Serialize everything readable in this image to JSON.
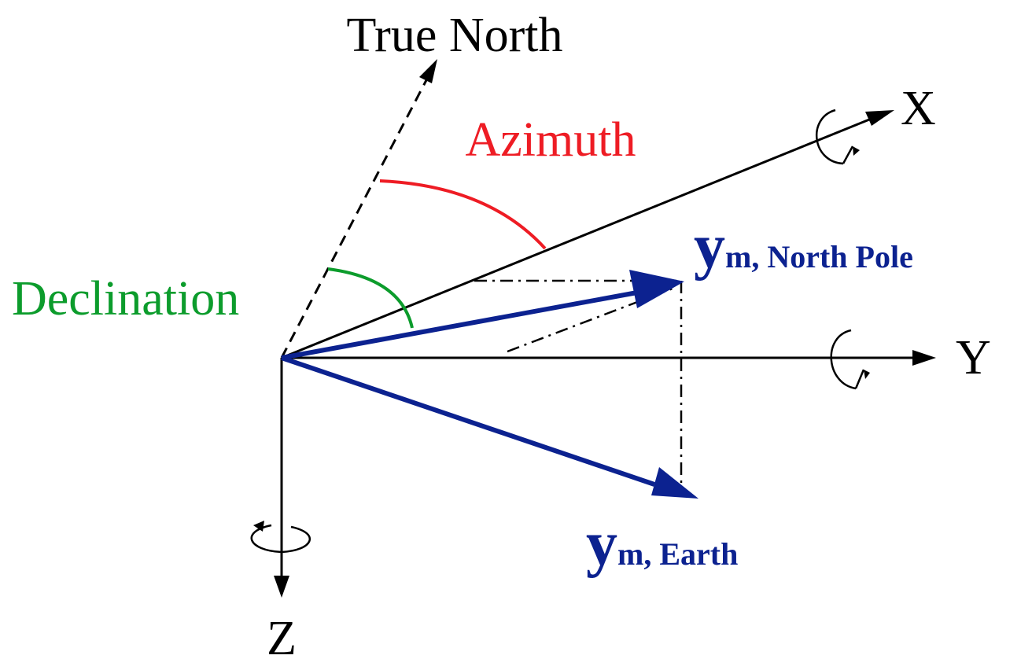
{
  "labels": {
    "true_north": "True North",
    "azimuth": "Azimuth",
    "declination": "Declination",
    "x_axis": "X",
    "y_axis": "Y",
    "z_axis": "Z",
    "ym_north_main": "y",
    "ym_north_sub": "m, North Pole",
    "ym_earth_main": "y",
    "ym_earth_sub": "m, Earth"
  },
  "colors": {
    "axis": "#000000",
    "vector": "#0c2290",
    "azimuth": "#ee1c24",
    "declination": "#0c9c2c"
  },
  "icons": {
    "rotation_x": "rotation-arrow-icon",
    "rotation_y": "rotation-arrow-icon",
    "rotation_z": "rotation-arrow-icon"
  }
}
